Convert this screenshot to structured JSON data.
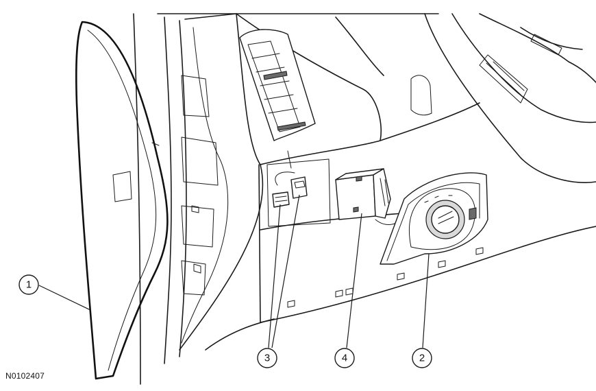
{
  "callouts": [
    {
      "id": "1",
      "label": "1"
    },
    {
      "id": "2",
      "label": "2"
    },
    {
      "id": "3",
      "label": "3"
    },
    {
      "id": "4",
      "label": "4"
    }
  ],
  "figure_id": "N0102407"
}
